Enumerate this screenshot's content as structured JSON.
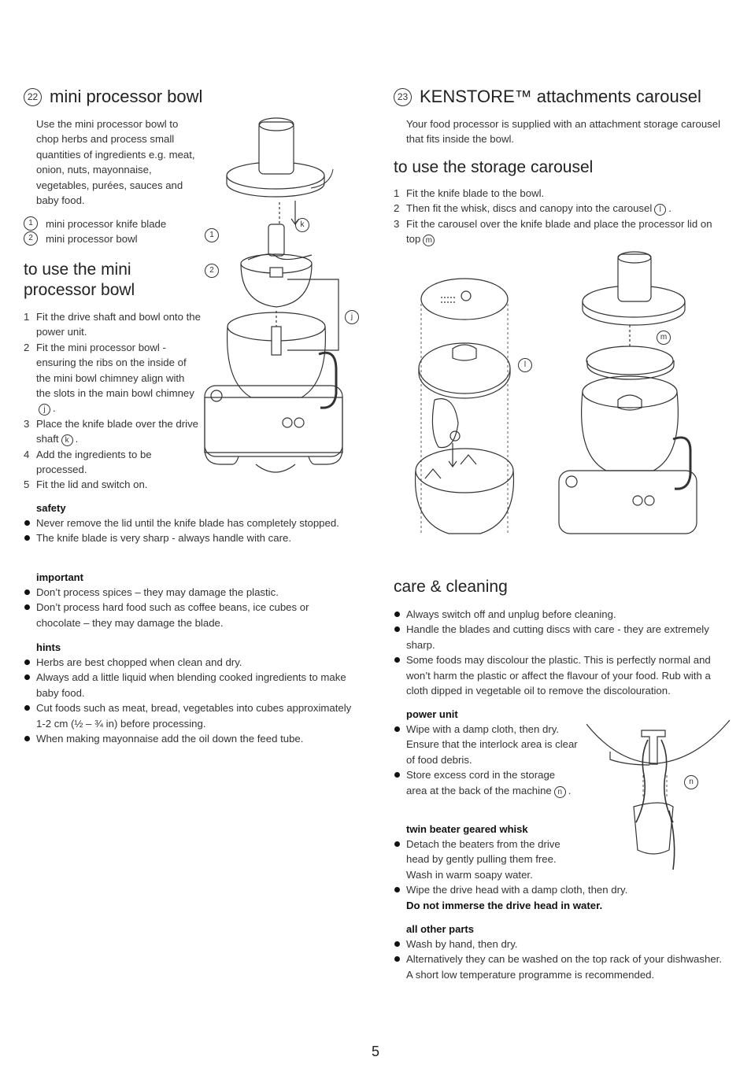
{
  "left": {
    "section_number": "22",
    "title": "mini processor bowl",
    "intro": "Use the mini processor bowl to chop herbs and process small quantities of ingredients e.g. meat, onion, nuts, mayonnaise, vegetables, purées, sauces and baby food.",
    "parts": [
      {
        "key": "1",
        "label": "mini processor knife blade"
      },
      {
        "key": "2",
        "label": "mini processor bowl"
      }
    ],
    "subtitle_line1": "to use the mini",
    "subtitle_line2": "processor bowl",
    "steps": [
      {
        "num": "1",
        "text": "Fit the drive shaft and bowl onto the power unit.",
        "ref": ""
      },
      {
        "num": "2",
        "text": "Fit the mini processor bowl - ensuring the ribs on the inside of the mini bowl chimney align with the slots in the main bowl chimney",
        "ref": "j"
      },
      {
        "num": "3",
        "text": "Place the knife blade over the drive shaft",
        "ref": "k"
      },
      {
        "num": "4",
        "text": "Add the ingredients to be processed.",
        "ref": ""
      },
      {
        "num": "5",
        "text": "Fit the lid and switch on.",
        "ref": ""
      }
    ],
    "safety": {
      "heading": "safety",
      "items": [
        "Never remove the lid until the knife blade has completely stopped.",
        "The knife blade is very sharp - always handle with care."
      ]
    },
    "important": {
      "heading": "important",
      "items": [
        "Don’t process spices – they may damage the plastic.",
        "Don’t process hard food such as coffee beans, ice cubes or chocolate – they may damage the blade."
      ]
    },
    "hints": {
      "heading": "hints",
      "items": [
        "Herbs are best chopped when clean and dry.",
        "Always add a little liquid when blending cooked ingredients to make baby food.",
        "Cut foods such as meat, bread, vegetables into cubes approximately 1-2 cm (½ – ¾ in) before processing.",
        "When making mayonnaise add the oil down the feed tube."
      ]
    },
    "figure_labels": {
      "one": "1",
      "two": "2",
      "j": "j",
      "k": "k"
    }
  },
  "right": {
    "section_number": "23",
    "title": "KENSTORE™ attachments carousel",
    "intro": "Your food processor is supplied with an attachment storage carousel that fits inside the bowl.",
    "subtitle": "to use the storage carousel",
    "steps": [
      {
        "num": "1",
        "text": "Fit the knife blade to the bowl.",
        "ref": ""
      },
      {
        "num": "2",
        "text": "Then fit the whisk, discs and canopy into the carousel",
        "ref": "l"
      },
      {
        "num": "3",
        "text": "Fit the carousel over the knife blade and place the processor lid on top",
        "ref": "m"
      }
    ],
    "figure_labels": {
      "l": "l",
      "m": "m",
      "n": "n"
    },
    "care": {
      "title": "care & cleaning",
      "items": [
        "Always switch off and unplug before cleaning.",
        "Handle the blades and cutting discs with care - they are extremely sharp.",
        "Some foods may discolour the plastic. This is perfectly normal and won’t harm the plastic or affect the flavour of your food. Rub with a cloth dipped in vegetable oil to remove the discolouration."
      ],
      "power_unit": {
        "heading": "power unit",
        "item1": "Wipe with a damp cloth, then dry. Ensure that the interlock area is clear of food debris.",
        "item2": "Store excess cord in the storage area at the back of the machine",
        "item2_ref": "n"
      },
      "whisk": {
        "heading": "twin beater geared whisk",
        "item1": "Detach the beaters from the drive head by gently pulling them free. Wash in warm soapy water.",
        "item2": "Wipe the drive head with a damp cloth, then dry.",
        "item2_bold": "Do not immerse the drive head in water."
      },
      "other": {
        "heading": "all other parts",
        "items": [
          "Wash by hand, then dry.",
          "Alternatively they can be washed on the top rack of your dishwasher. A short low temperature programme is recommended."
        ]
      }
    }
  },
  "page_number": "5",
  "colors": {
    "text": "#222222",
    "line": "#333333"
  },
  "icons": [
    "food-processor-illustration",
    "carousel-illustration",
    "cord-storage-illustration"
  ]
}
